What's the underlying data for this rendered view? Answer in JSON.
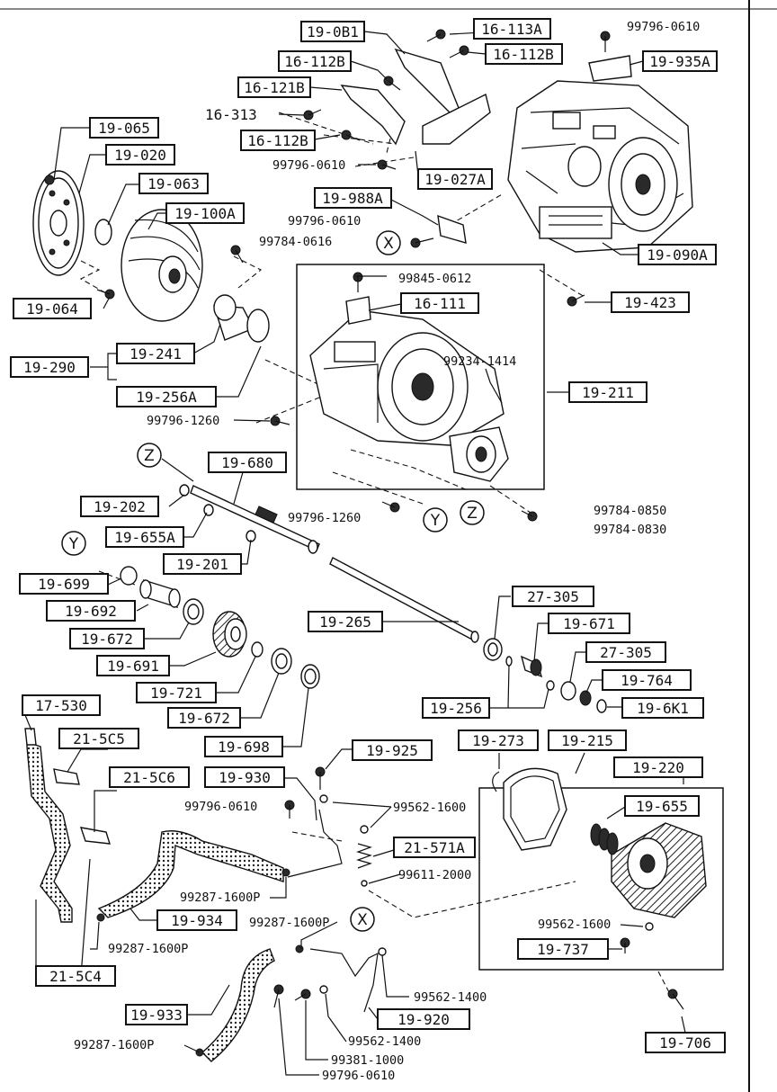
{
  "diagram": {
    "labels": {
      "l_19_0B1": "19-0B1",
      "l_16_113A": "16-113A",
      "l_16_112B_top": "16-112B",
      "l_16_112B_a": "16-112B",
      "l_16_121B": "16-121B",
      "l_16_313": "16-313",
      "l_16_112B_b": "16-112B",
      "l_19_935A": "19-935A",
      "l_19_065": "19-065",
      "l_19_020": "19-020",
      "l_19_063": "19-063",
      "l_19_100A": "19-100A",
      "l_19_027A": "19-027A",
      "l_19_988A": "19-988A",
      "l_19_090A": "19-090A",
      "l_19_064": "19-064",
      "l_16_111": "16-111",
      "l_19_423": "19-423",
      "l_19_241": "19-241",
      "l_19_290": "19-290",
      "l_19_256A": "19-256A",
      "l_19_211": "19-211",
      "l_19_680": "19-680",
      "l_19_202": "19-202",
      "l_19_655A": "19-655A",
      "l_19_201": "19-201",
      "l_19_699": "19-699",
      "l_19_692": "19-692",
      "l_19_672_a": "19-672",
      "l_19_691": "19-691",
      "l_19_721": "19-721",
      "l_19_672_b": "19-672",
      "l_19_698": "19-698",
      "l_19_265": "19-265",
      "l_27_305_a": "27-305",
      "l_19_671": "19-671",
      "l_27_305_b": "27-305",
      "l_19_764": "19-764",
      "l_19_256": "19-256",
      "l_19_6K1": "19-6K1",
      "l_17_530": "17-530",
      "l_21_5C5": "21-5C5",
      "l_21_5C6": "21-5C6",
      "l_19_930": "19-930",
      "l_19_925": "19-925",
      "l_19_273": "19-273",
      "l_19_215": "19-215",
      "l_19_220": "19-220",
      "l_19_655": "19-655",
      "l_21_571A": "21-571A",
      "l_19_934": "19-934",
      "l_21_5C4": "21-5C4",
      "l_19_737": "19-737",
      "l_19_933": "19-933",
      "l_19_920": "19-920",
      "l_19_706": "19-706"
    },
    "part_numbers": {
      "p_99796_0610_tr": "99796-0610",
      "p_99796_0610_mid": "99796-0610",
      "p_99796_0610_b": "99796-0610",
      "p_99784_0616": "99784-0616",
      "p_99845_0612": "99845-0612",
      "p_99234_1414": "99234-1414",
      "p_99796_1260_a": "99796-1260",
      "p_99796_1260_b": "99796-1260",
      "p_99784_0850": "99784-0850",
      "p_99784_0830": "99784-0830",
      "p_99796_0610_c": "99796-0610",
      "p_99562_1600_a": "99562-1600",
      "p_99611_2000": "99611-2000",
      "p_99287_1600P_a": "99287-1600P",
      "p_99287_1600P_b": "99287-1600P",
      "p_99287_1600P_c": "99287-1600P",
      "p_99562_1600_b": "99562-1600",
      "p_99562_1400_a": "99562-1400",
      "p_99562_1400_b": "99562-1400",
      "p_99381_1000": "99381-1000",
      "p_99287_1600P_d": "99287-1600P",
      "p_99796_0610_d": "99796-0610"
    },
    "callouts": {
      "x_top": "X",
      "z_left": "Z",
      "y_mid": "Y",
      "z_mid": "Z",
      "y_left": "Y",
      "x_bottom": "X"
    }
  }
}
